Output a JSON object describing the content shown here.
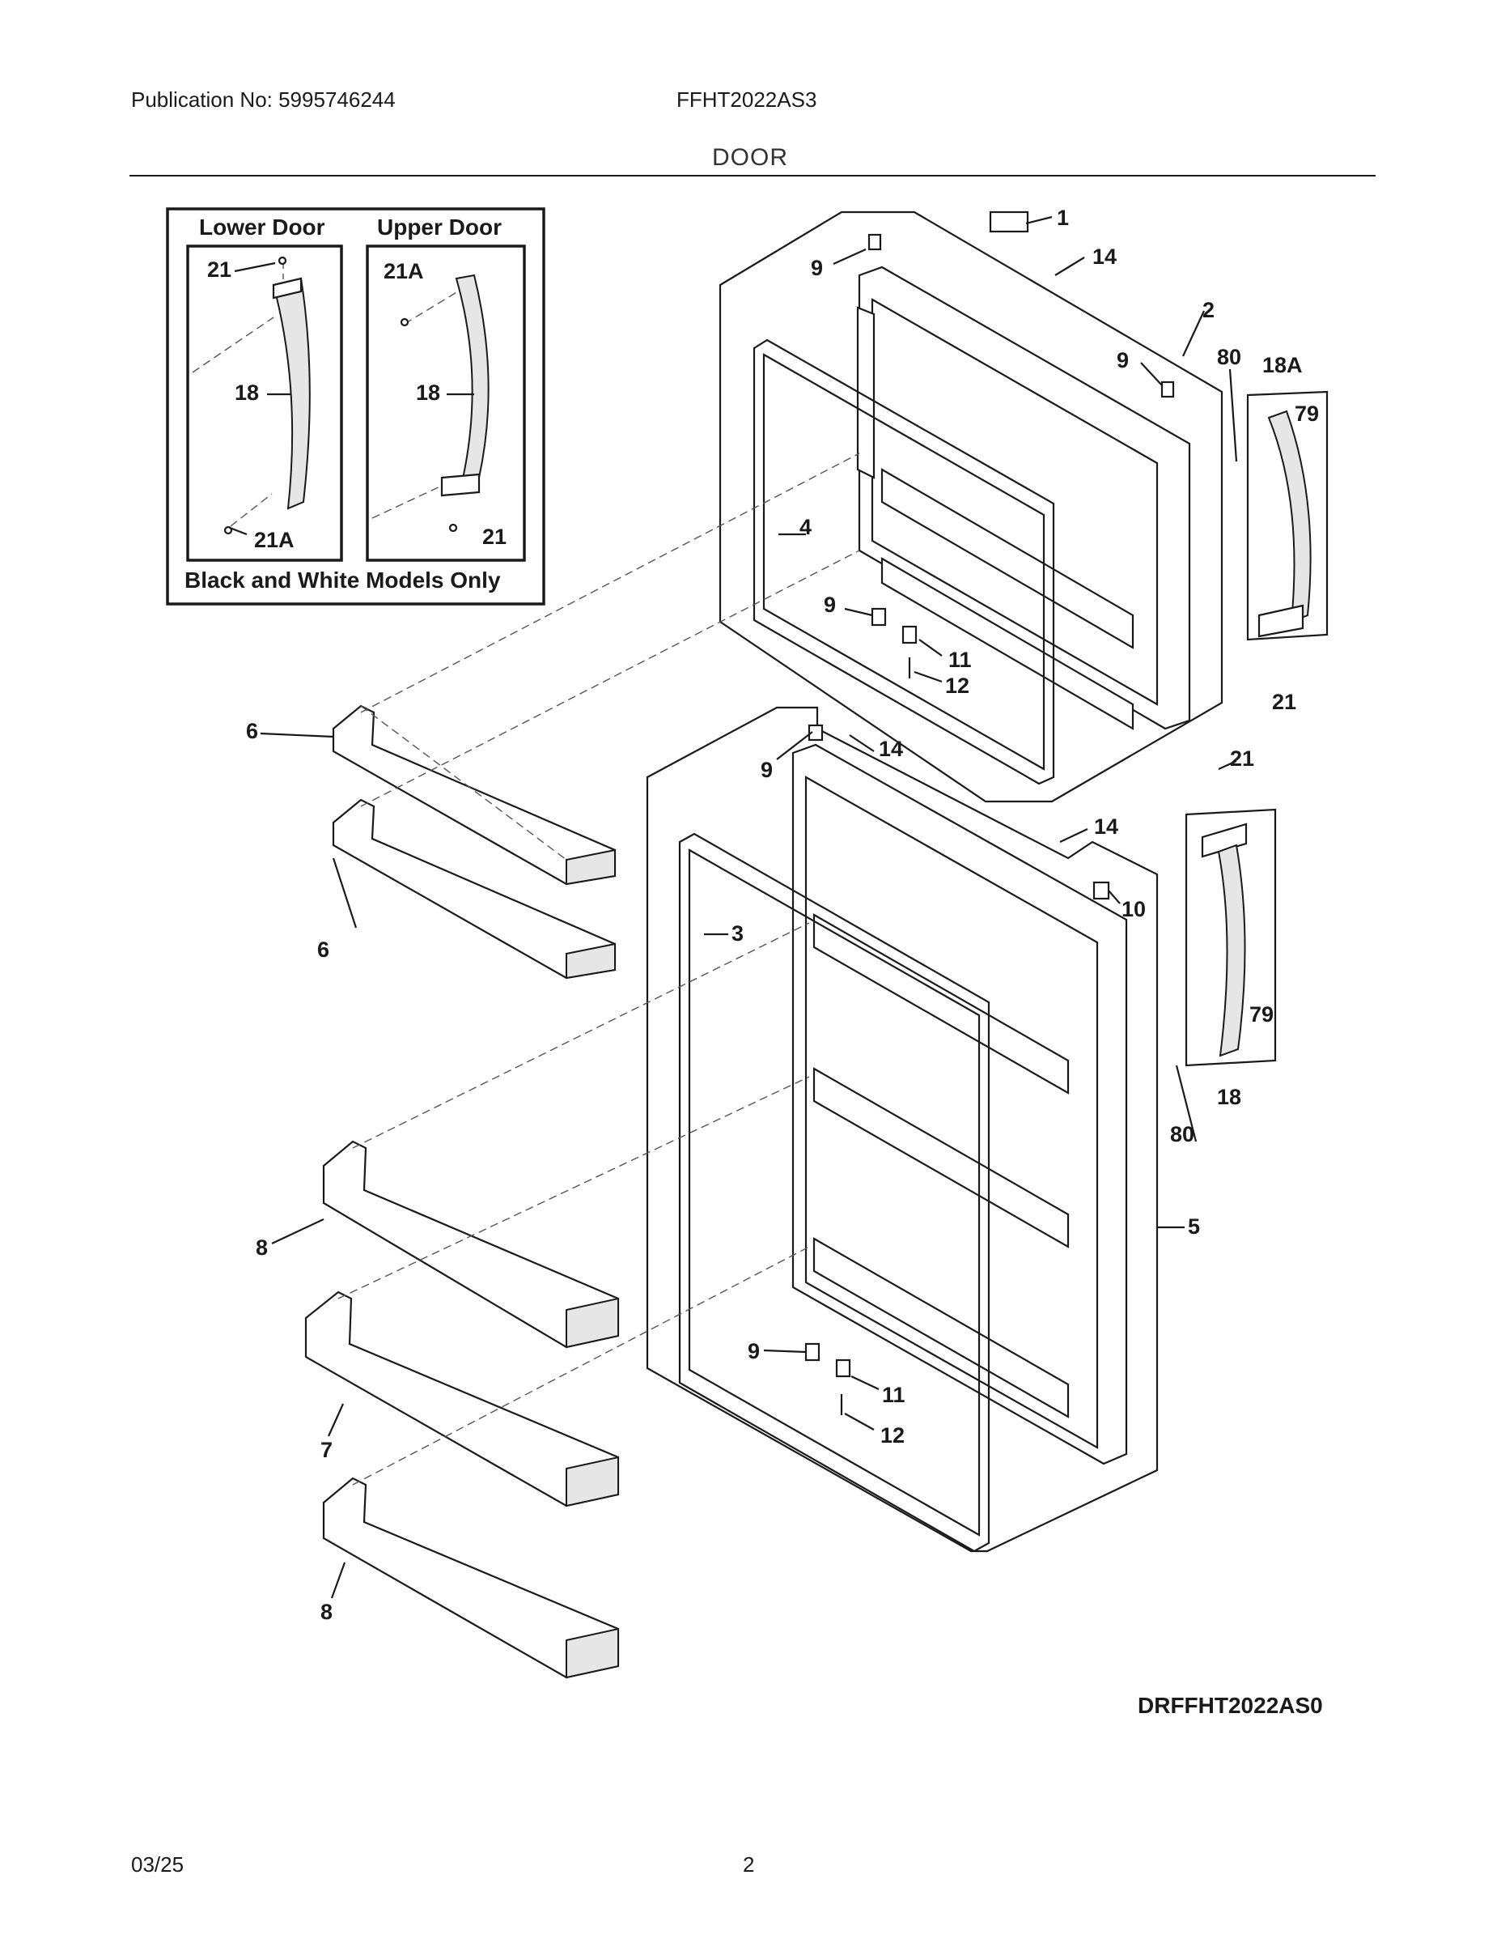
{
  "header": {
    "publication": "Publication No: 5995746244",
    "model": "FFHT2022AS3",
    "section": "DOOR"
  },
  "inset": {
    "lower_title": "Lower Door",
    "upper_title": "Upper Door",
    "note": "Black and White Models Only",
    "lower_labels": {
      "screw_top": "21",
      "handle": "18",
      "screw_bottom": "21A"
    },
    "upper_labels": {
      "screw_top": "21A",
      "handle": "18",
      "screw_bottom": "21"
    }
  },
  "callouts": {
    "c1": "1",
    "c14a": "14",
    "c9a": "9",
    "c2": "2",
    "c9b": "9",
    "c80a": "80",
    "c18A": "18A",
    "c79a": "79",
    "c4": "4",
    "c9c": "9",
    "c11a": "11",
    "c12a": "12",
    "c21a": "21",
    "c6a": "6",
    "c9d": "9",
    "c14b": "14",
    "c21b": "21",
    "c14c": "14",
    "c10": "10",
    "c6b": "6",
    "c3": "3",
    "c79b": "79",
    "c18": "18",
    "c80b": "80",
    "c5": "5",
    "c8a": "8",
    "c9e": "9",
    "c11b": "11",
    "c7": "7",
    "c12b": "12",
    "c8b": "8"
  },
  "diagram_id": "DRFFHT2022AS0",
  "footer": {
    "date": "03/25",
    "page": "2"
  }
}
